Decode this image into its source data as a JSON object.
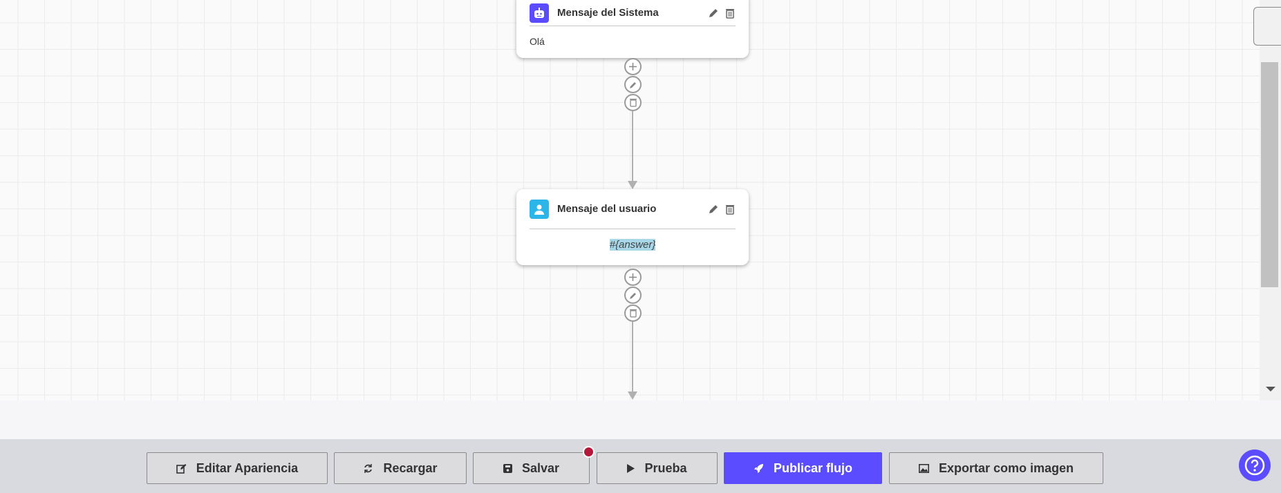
{
  "nodes": [
    {
      "title": "Mensaje del Sistema",
      "body": "Olá",
      "type": "system",
      "color": "#5b4dff"
    },
    {
      "title": "Mensaje del usuario",
      "body": "#{answer}",
      "type": "user",
      "color": "#2cb5e8"
    }
  ],
  "toolbar": {
    "edit_appearance": "Editar Apariencia",
    "reload": "Recargar",
    "save": "Salvar",
    "test": "Prueba",
    "publish": "Publicar flujo",
    "export": "Exportar como imagen"
  },
  "colors": {
    "accent": "#5b4dff",
    "unsaved_badge": "#b5173a"
  }
}
